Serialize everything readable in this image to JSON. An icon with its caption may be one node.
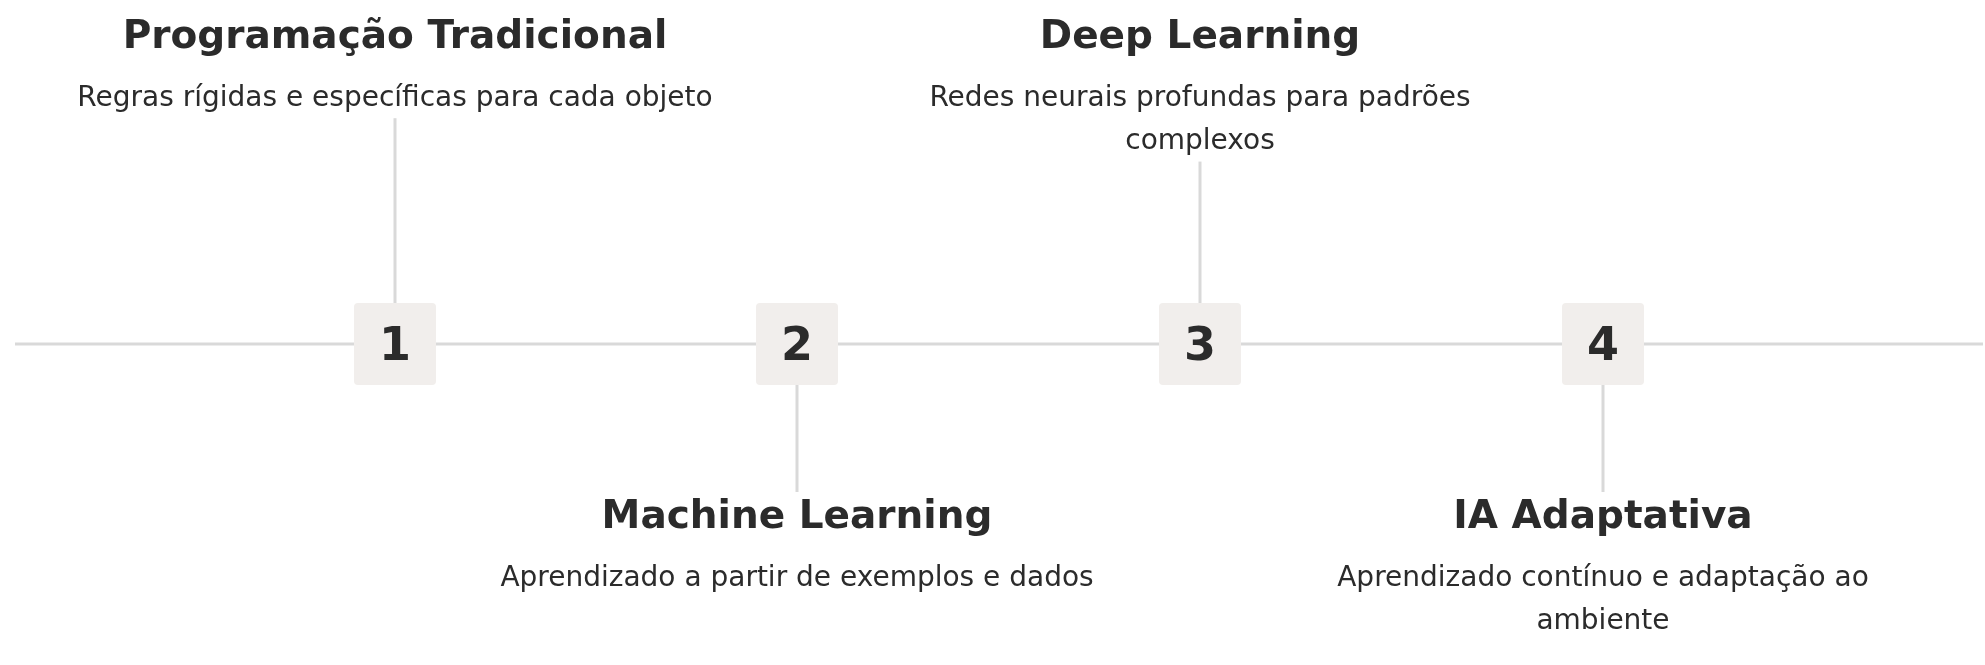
{
  "diagram": {
    "nodes": [
      {
        "text": [
          "1"
        ]
      },
      {
        "text": [
          "2"
        ]
      },
      {
        "text": [
          "3"
        ]
      },
      {
        "text": [
          "4"
        ]
      },
      {
        "text": [
          "Programação Tradicional",
          "Regras rígidas e específicas para cada objeto"
        ]
      },
      {
        "text": [
          "Machine Learning",
          "Aprendizado a partir de exemplos e dados"
        ]
      },
      {
        "text": [
          "Deep Learning",
          "Redes neurais profundas para padrões complexos"
        ]
      },
      {
        "text": [
          "IA Adaptativa",
          "Aprendizado contínuo e adaptação ao ambiente"
        ]
      }
    ],
    "edges": [
      {
        "from": null,
        "to": 0,
        "arrow": "none"
      },
      {
        "from": 0,
        "to": 1,
        "arrow": "none"
      },
      {
        "from": 1,
        "to": 2,
        "arrow": "none"
      },
      {
        "from": 2,
        "to": 3,
        "arrow": "none"
      },
      {
        "from": 3,
        "to": null,
        "arrow": "none"
      },
      {
        "from": 0,
        "to": 4,
        "arrow": "none"
      },
      {
        "from": 1,
        "to": 5,
        "arrow": "none"
      },
      {
        "from": 2,
        "to": 6,
        "arrow": "none"
      },
      {
        "from": 3,
        "to": 7,
        "arrow": "none"
      }
    ]
  }
}
